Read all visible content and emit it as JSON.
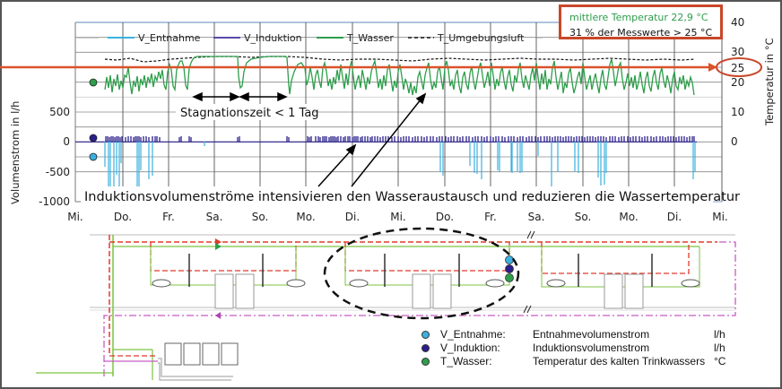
{
  "info_box": {
    "line1": "mittlere Temperatur  22,9 °C",
    "line2": "31 % der Messwerte > 25 °C",
    "line1_color": "#2e9e4b",
    "border_color": "#c9472a"
  },
  "threshold": {
    "label": "25",
    "value": 25,
    "color": "#d9532b"
  },
  "annotations": {
    "stagnation": "Stagnationszeit < 1 Tag",
    "induction": "Induktionsvolumenströme intensivieren den Wasseraustausch und reduzieren die Wassertemperatur"
  },
  "key": {
    "items": [
      {
        "var": "V_Entnahme:",
        "desc": "Entnahmevolumenstrom",
        "unit": "l/h",
        "color": "#3bb1e0"
      },
      {
        "var": "V_Induktion:",
        "desc": "Induktionsvolumenstrom",
        "unit": "l/h",
        "color": "#2a1f8c"
      },
      {
        "var": "T_Wasser:",
        "desc": "Temperatur des kalten Trinkwassers",
        "unit": "°C",
        "color": "#2e9e4b"
      }
    ]
  },
  "chart_data": {
    "type": "line",
    "title": "",
    "xlabel": "",
    "ylabel": "Volumenstrom in l/h",
    "y2label": "Temperatur in °C",
    "categories": [
      "Mi.",
      "Do.",
      "Fr.",
      "Sa.",
      "So.",
      "Mo.",
      "Di.",
      "Mi.",
      "Do.",
      "Fr.",
      "Sa.",
      "So.",
      "Mo.",
      "Di.",
      "Mi."
    ],
    "yticks": [
      500,
      0,
      -500,
      -1000
    ],
    "ylim": [
      -1000,
      1900
    ],
    "y2ticks": [
      40,
      30,
      25,
      20,
      10,
      0
    ],
    "y2lim": [
      -20,
      40
    ],
    "grid": true,
    "legend": {
      "position": "top",
      "entries": [
        {
          "name": "V_Entnahme",
          "color": "#3bb1e0",
          "style": "solid"
        },
        {
          "name": "V_Induktion",
          "color": "#2a1f8c",
          "style": "solid"
        },
        {
          "name": "T_Wasser",
          "color": "#2e9e4b",
          "style": "solid"
        },
        {
          "name": "T_Umgebungsluft",
          "color": "#111111",
          "style": "dashed"
        }
      ]
    },
    "series": [
      {
        "name": "T_Wasser",
        "axis": "right",
        "approx_range": [
          16,
          27
        ],
        "mean": 22.9
      },
      {
        "name": "T_Umgebungsluft",
        "axis": "right",
        "approx_range": [
          26,
          28
        ]
      },
      {
        "name": "V_Induktion",
        "axis": "left",
        "approx_range": [
          0,
          80
        ]
      },
      {
        "name": "V_Entnahme",
        "axis": "left",
        "approx_range": [
          -750,
          0
        ]
      }
    ],
    "reference_line": {
      "axis": "right",
      "value": 25,
      "label": "25"
    },
    "stats": {
      "mean_temperature_c": 22.9,
      "share_above_25_pct": 31
    }
  }
}
